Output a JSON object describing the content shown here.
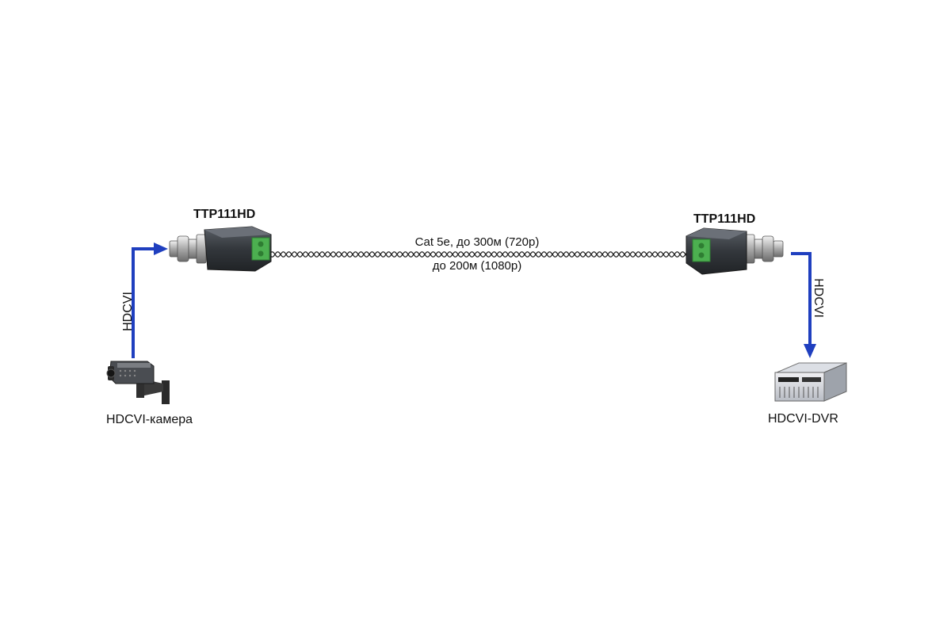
{
  "left_balun": {
    "model": "TTP111HD"
  },
  "right_balun": {
    "model": "TTP111HD"
  },
  "cable": {
    "line1": "Cat 5e, до 300м (720p)",
    "line2": "до 200м (1080p)"
  },
  "left_signal": "HDCVI",
  "right_signal": "HDCVI",
  "camera": {
    "label": "HDCVI-камера"
  },
  "dvr": {
    "label": "HDCVI-DVR"
  },
  "colors": {
    "arrow": "#1f3fbf",
    "balun_body": "#3b3f45",
    "terminal": "#4caf50"
  }
}
